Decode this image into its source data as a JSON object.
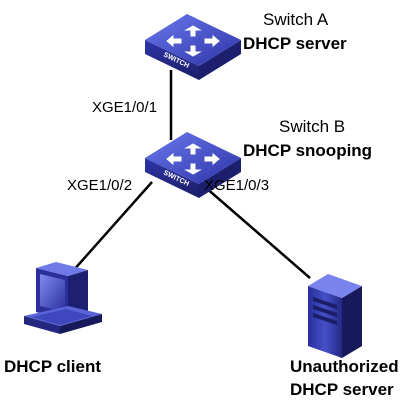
{
  "devices": {
    "switch_a": {
      "name": "Switch A",
      "role": "DHCP server",
      "face_text": "SWITCH"
    },
    "switch_b": {
      "name": "Switch B",
      "role": "DHCP snooping",
      "face_text": "SWITCH"
    },
    "client": {
      "label": "DHCP client"
    },
    "rogue_server": {
      "label_line1": "Unauthorized",
      "label_line2": "DHCP server"
    }
  },
  "links": {
    "a_to_b_port": "XGE1/0/1",
    "b_to_client_port": "XGE1/0/2",
    "b_to_server_port": "XGE1/0/3"
  },
  "colors": {
    "switch_face": "#2a2e9c",
    "switch_top": "#3b44c9",
    "device_dark": "#1f2272",
    "device_mid": "#3a40b5",
    "device_light": "#6a74e0",
    "line": "#000000"
  }
}
